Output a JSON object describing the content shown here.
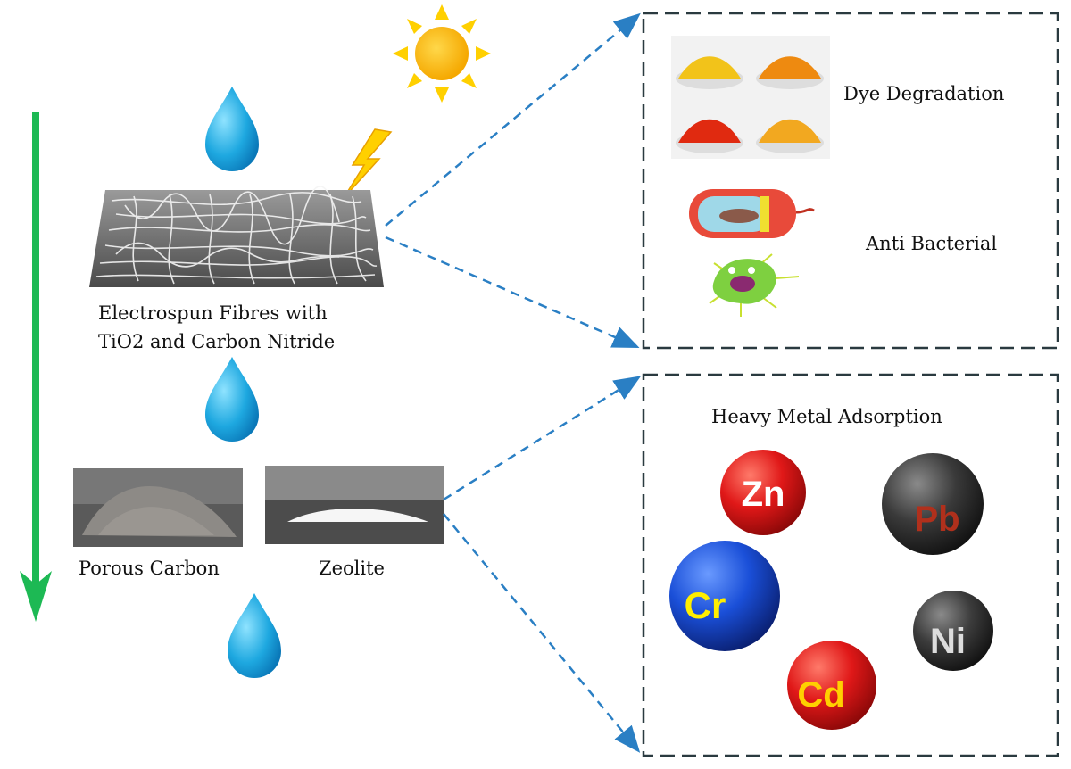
{
  "fibres_label": [
    "Electrospun Fibres with",
    "TiO2 and Carbon Nitride"
  ],
  "porous_carbon_label": "Porous Carbon",
  "zeolite_label": "Zeolite",
  "applications": {
    "dye": "Dye Degradation",
    "bacteria": "Anti Bacterial",
    "heavy_metal": "Heavy Metal Adsorption"
  },
  "metals": [
    {
      "symbol": "Zn",
      "color": "#e01818",
      "text": "#ffffff"
    },
    {
      "symbol": "Pb",
      "color": "#3a3a3a",
      "text": "#b0301c"
    },
    {
      "symbol": "Cr",
      "color": "#1a4fd8",
      "text": "#ffee00"
    },
    {
      "symbol": "Ni",
      "color": "#3c3c3c",
      "text": "#dddddd"
    },
    {
      "symbol": "Cd",
      "color": "#e01818",
      "text": "#ffd000"
    }
  ],
  "colors": {
    "flow_arrow": "#1db954",
    "dashed_arrow": "#2a7fc4",
    "drop": "#1ea8e0",
    "box_border": "#2a3a40"
  }
}
